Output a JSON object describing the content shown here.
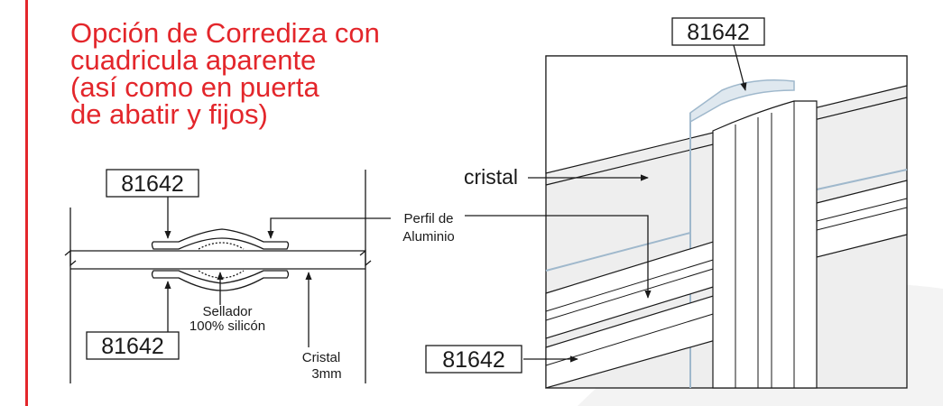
{
  "title": {
    "lines": [
      "Opción de Corrediza con",
      "cuadricula aparente",
      "(así como en puerta",
      "de abatir y fijos)"
    ]
  },
  "section_diagram": {
    "part_top": "81642",
    "part_bottom": "81642",
    "profile_label_1": "Perfil de",
    "profile_label_2": "Aluminio",
    "sealant_label_1": "Sellador",
    "sealant_label_2": "100% silicón",
    "glass_label_1": "Cristal",
    "glass_label_2": "3mm"
  },
  "perspective_diagram": {
    "part_top": "81642",
    "glass_label": "cristal",
    "part_bottom": "81642"
  },
  "colors": {
    "accent_red": "#e3262b",
    "line": "#1a1a1a",
    "glass_fill": "#eeeeee",
    "glass_edge_blue": "#9fb8cc"
  }
}
